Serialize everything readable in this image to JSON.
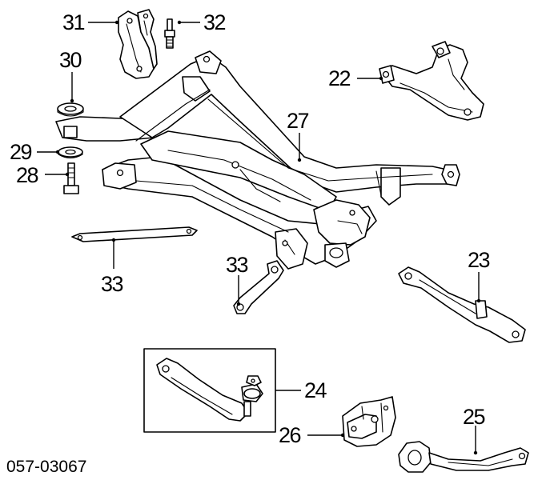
{
  "diagram_code": "057-03067",
  "callouts": {
    "c31": "31",
    "c32": "32",
    "c30": "30",
    "c29": "29",
    "c28": "28",
    "c22": "22",
    "c27": "27",
    "c33a": "33",
    "c33b": "33",
    "c23": "23",
    "c24": "24",
    "c26": "26",
    "c25": "25"
  }
}
